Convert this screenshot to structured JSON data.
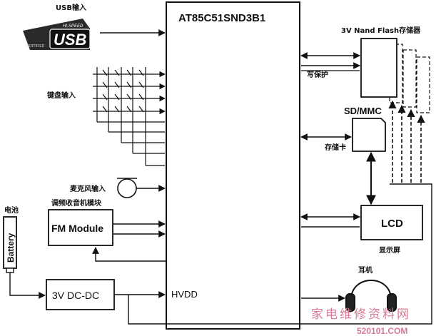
{
  "mcu": {
    "title": "AT85C51SND3B1",
    "pin_label": "HVDD"
  },
  "usb": {
    "label": "USB输入",
    "logo_main": "USB",
    "logo_top": "HI-SPEED",
    "logo_side": "CERTIFIED"
  },
  "keyboard": {
    "label": "键盘输入"
  },
  "mic": {
    "label": "麦克风输入"
  },
  "fm": {
    "caption": "调频收音机模块",
    "box": "FM Module"
  },
  "battery": {
    "caption": "电池",
    "box": "Battery"
  },
  "dcdc": {
    "box": "3V DC-DC"
  },
  "nand": {
    "caption": "3V Nand Flash存储器"
  },
  "write_protect": {
    "label": "写保护"
  },
  "sd": {
    "title": "SD/MMC",
    "caption": "存储卡"
  },
  "lcd": {
    "box": "LCD",
    "caption": "显示屏"
  },
  "headphone": {
    "caption": "耳机"
  },
  "watermark": {
    "text": "家电维修资料网",
    "url": "520101.COM"
  }
}
